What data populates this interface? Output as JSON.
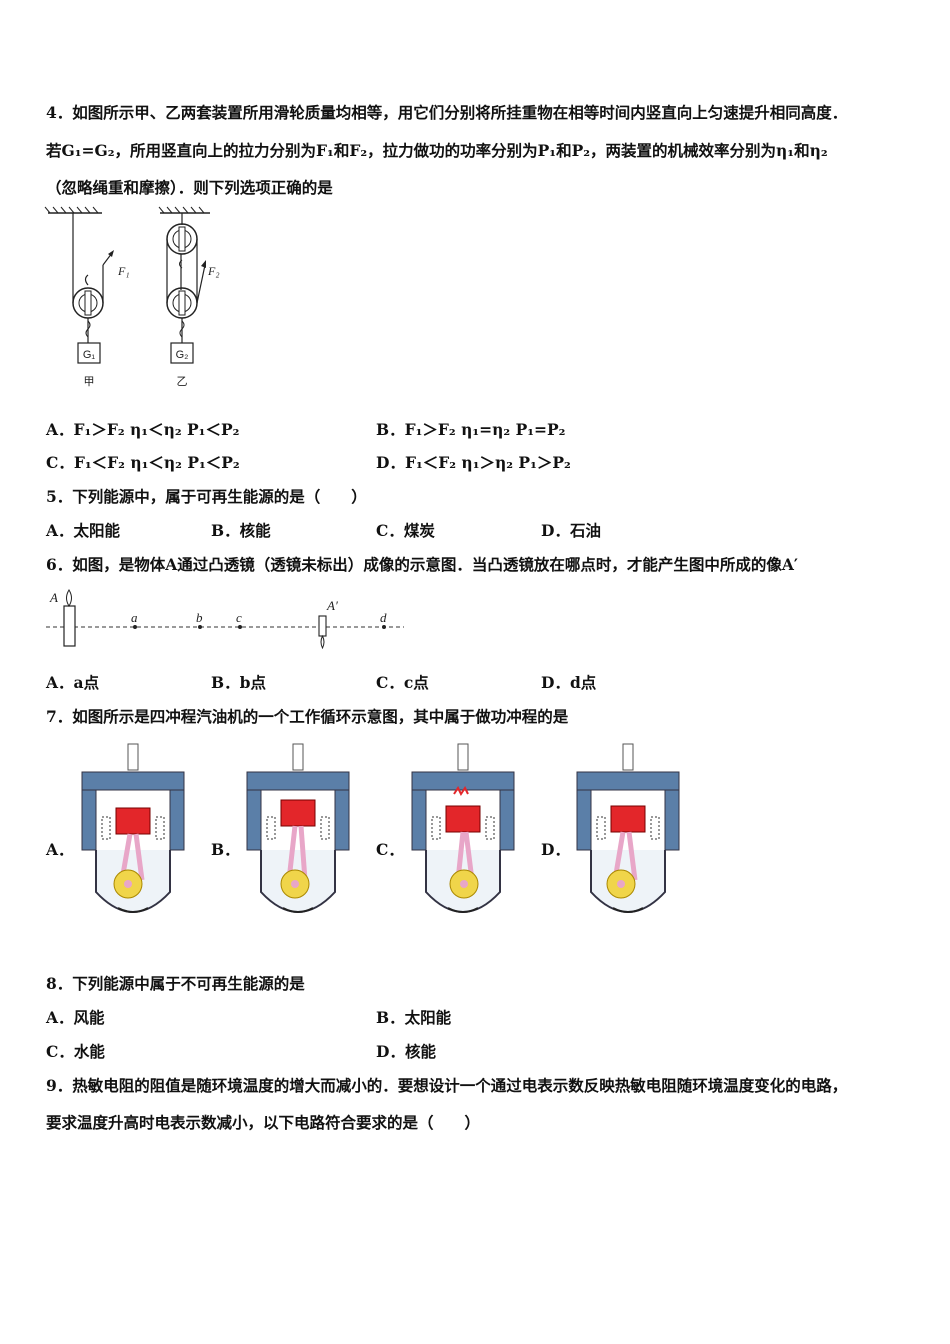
{
  "q4": {
    "line1": "4．如图所示甲、乙两套装置所用滑轮质量均相等，用它们分别将所挂重物在相等时间内竖直向上匀速提升相同高度．",
    "line2": "若G₁=G₂，所用竖直向上的拉力分别为F₁和F₂，拉力做功的功率分别为P₁和P₂，两装置的机械效率分别为η₁和η₂",
    "line3": "（忽略绳重和摩擦）．则下列选项正确的是",
    "fig": {
      "label_f1": "F₁",
      "label_f2": "F₂",
      "label_g1": "G₁",
      "label_g2": "G₂",
      "label_jia": "甲",
      "label_yi": "乙"
    },
    "options": [
      "A．F₁＞F₂ η₁＜η₂ P₁＜P₂",
      "B．F₁＞F₂ η₁=η₂ P₁=P₂",
      "C．F₁＜F₂ η₁＜η₂ P₁＜P₂",
      "D．F₁＜F₂ η₁＞η₂ P₁＞P₂"
    ]
  },
  "q5": {
    "stem": "5．下列能源中，属于可再生能源的是（　　）",
    "options": [
      "A．太阳能",
      "B．核能",
      "C．煤炭",
      "D．石油"
    ]
  },
  "q6": {
    "stem": "6．如图，是物体A通过凸透镜（透镜未标出）成像的示意图．当凸透镜放在哪点时，才能产生图中所成的像A′",
    "fig": {
      "label_a_obj": "A",
      "label_a": "a",
      "label_b": "b",
      "label_c": "c",
      "label_image": "A′",
      "label_d": "d"
    },
    "options": [
      "A．a点",
      "B．b点",
      "C．c点",
      "D．d点"
    ]
  },
  "q7": {
    "stem": "7．如图所示是四冲程汽油机的一个工作循环示意图，其中属于做功冲程的是",
    "options": [
      "A．",
      "B．",
      "C．",
      "D．"
    ]
  },
  "q8": {
    "stem": "8．下列能源中属于不可再生能源的是",
    "options": [
      "A．风能",
      "B．太阳能",
      "C．水能",
      "D．核能"
    ]
  },
  "q9": {
    "line1": "9．热敏电阻的阻值是随环境温度的增大而减小的．要想设计一个通过电表示数反映热敏电阻随环境温度变化的电路，",
    "line2": "要求温度升高时电表示数减小，以下电路符合要求的是（　　）"
  },
  "colors": {
    "piston": "#e3262a",
    "cylinder": "#5b7fa8",
    "gear": "#f0d54a",
    "rod": "#e8a6c8"
  }
}
